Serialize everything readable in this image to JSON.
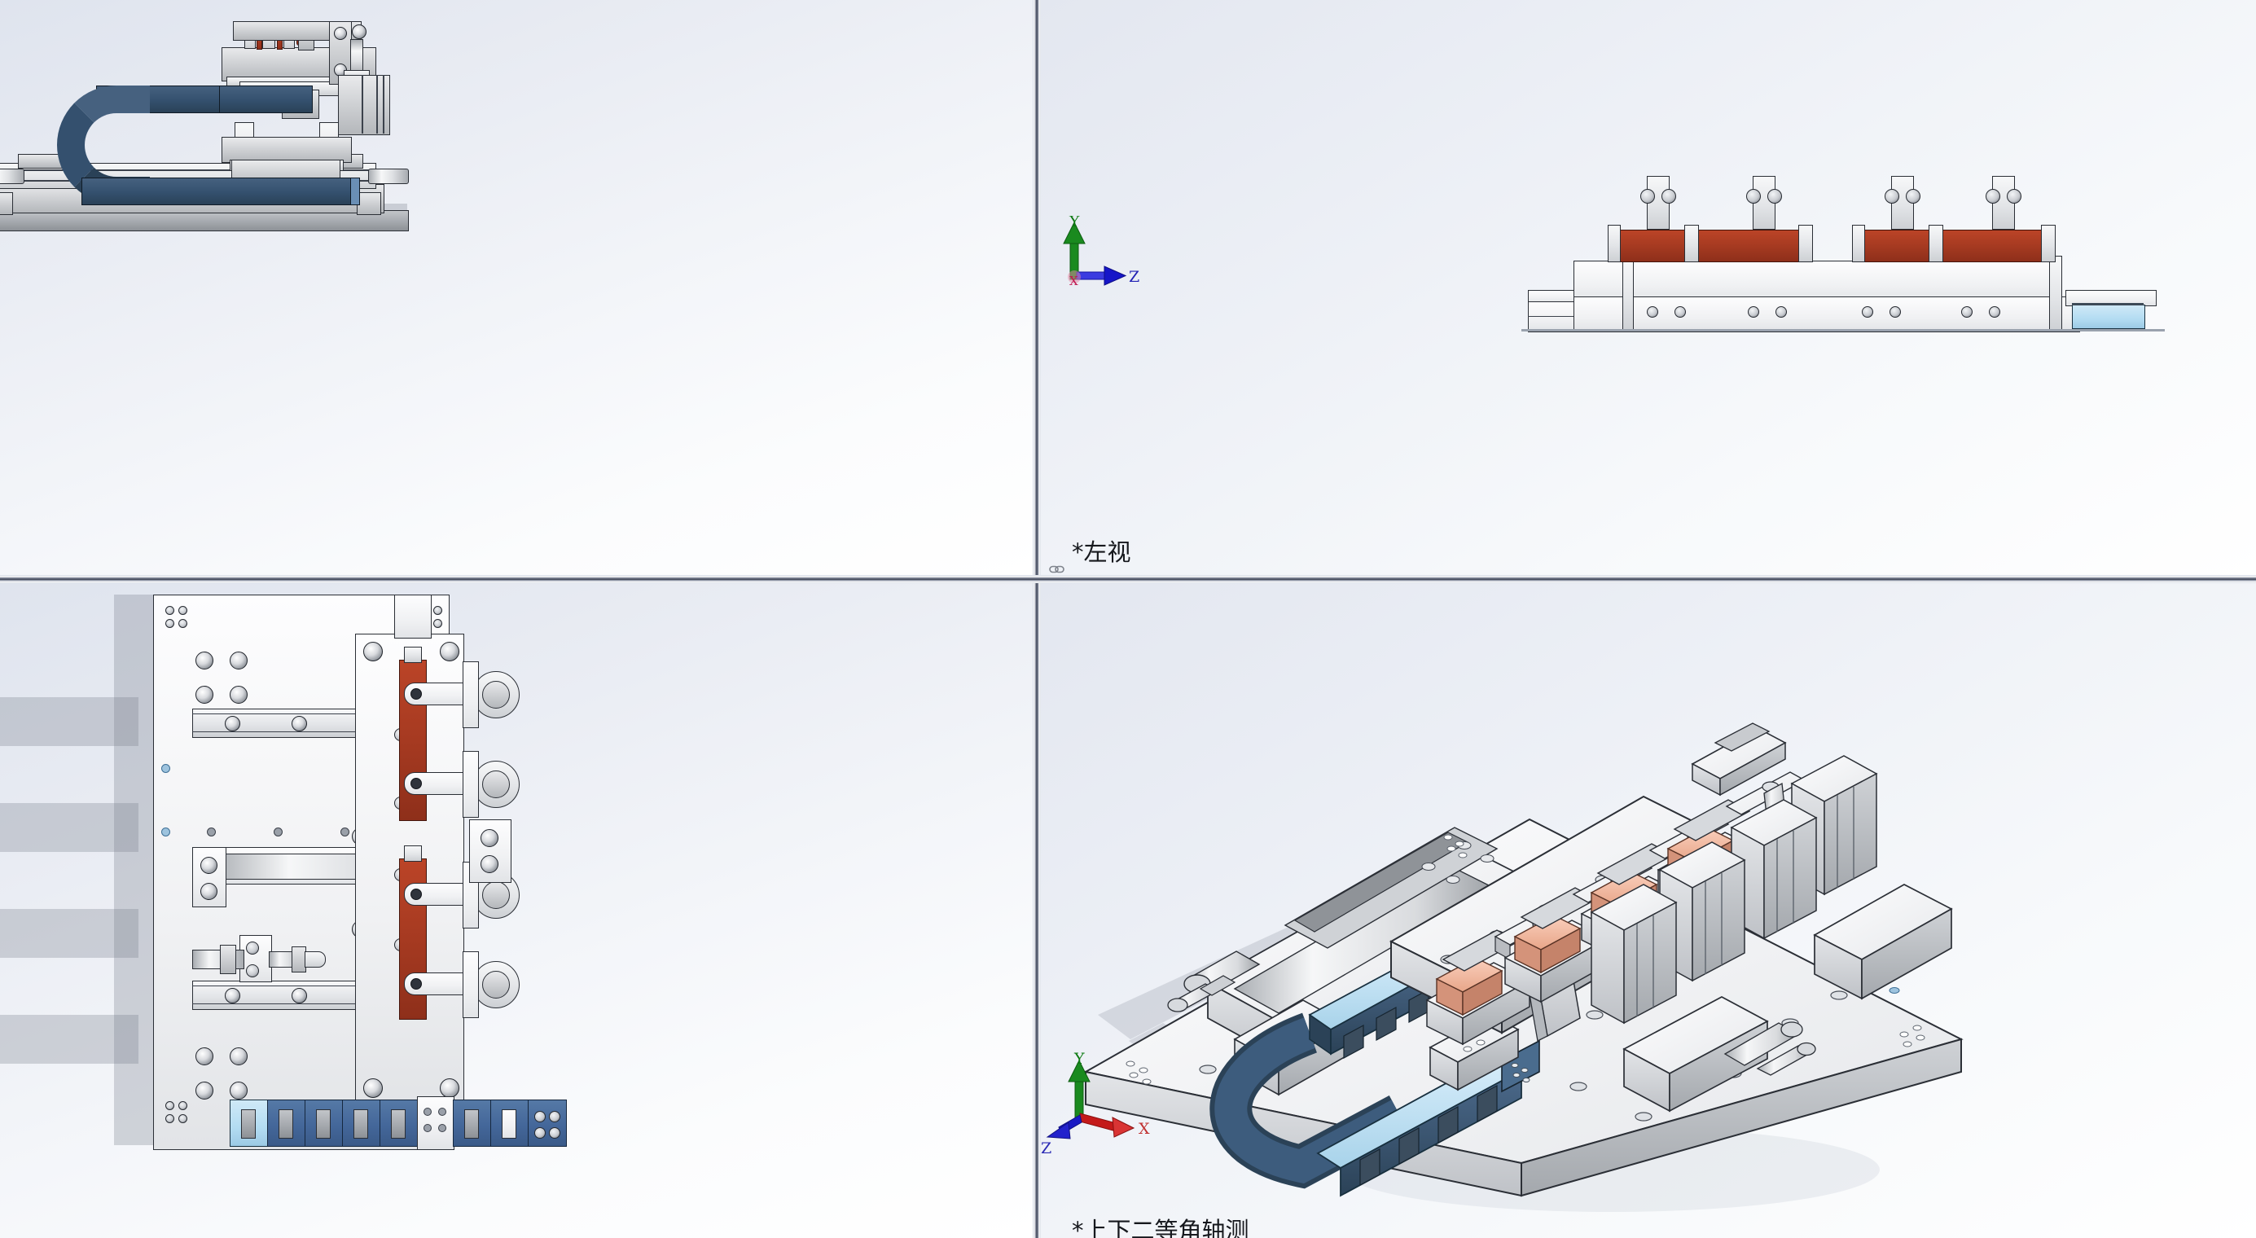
{
  "app": {
    "kind": "cad-assembly-4-viewport",
    "background_top": "#dfe4ee",
    "background_bottom": "#ffffff",
    "divider_color": "#343a4a"
  },
  "viewports": [
    {
      "id": "top-left",
      "name": "front-view",
      "label": "",
      "label_visible": false,
      "triad": null,
      "content_description": "前视 / Front elevation of pneumatic gantry fixture with dark blue cable drag chain"
    },
    {
      "id": "top-right",
      "name": "left-view",
      "label": "*左视",
      "label_visible": true,
      "label_icon": "link-chain-icon",
      "triad": {
        "axes": [
          {
            "name": "Y",
            "label": "Y",
            "color": "#1a8a1f",
            "direction": "up"
          },
          {
            "name": "Z",
            "label": "Z",
            "color": "#2020c8",
            "direction": "right"
          },
          {
            "name": "origin",
            "label": "",
            "color": "#c01850",
            "direction": "center"
          }
        ]
      },
      "content_description": "Left elevation showing clamp bodies, rust-red cylinders and cyan drag chain end"
    },
    {
      "id": "bottom-left",
      "name": "top-view",
      "label": "",
      "label_visible": false,
      "triad": null,
      "content_description": "Plan / top view: base plate, two linear rails, rod-less cylinder, four rotary clamps, rust-red cylinders, blue drag chain"
    },
    {
      "id": "bottom-right",
      "name": "isometric-view",
      "label": "*上下二等角轴测",
      "label_visible": true,
      "label_icon": "link-chain-icon",
      "triad": {
        "axes": [
          {
            "name": "Y",
            "label": "Y",
            "color": "#1a8a1f",
            "direction": "up"
          },
          {
            "name": "X",
            "label": "X",
            "color": "#c41a1a",
            "direction": "right-down"
          },
          {
            "name": "Z",
            "label": "Z",
            "color": "#1a1ac4",
            "direction": "left-down"
          }
        ]
      },
      "content_description": "Isometric / trimetric shaded view of complete fixture assembly"
    }
  ],
  "colors": {
    "metal_light": "#e9eaec",
    "metal_mid": "#b4b7bb",
    "rust_red": "#a63a21",
    "salmon": "#f2b49a",
    "drag_chain_dark": "#34506e",
    "drag_chain_light": "#b3dcf2",
    "blue_chain": "#44679a",
    "outline": "#2b2f36"
  },
  "parts": {
    "base_plate": "base-plate",
    "linear_rail": "linear-guide-rail",
    "rodless_cylinder": "rodless-cylinder",
    "drag_chain": "cable-drag-chain",
    "rotary_clamp": "rotary-clamp",
    "pneumatic_cylinder": "pneumatic-cylinder",
    "clamp_arm": "clamp-arm",
    "work_piece": "work-piece"
  }
}
